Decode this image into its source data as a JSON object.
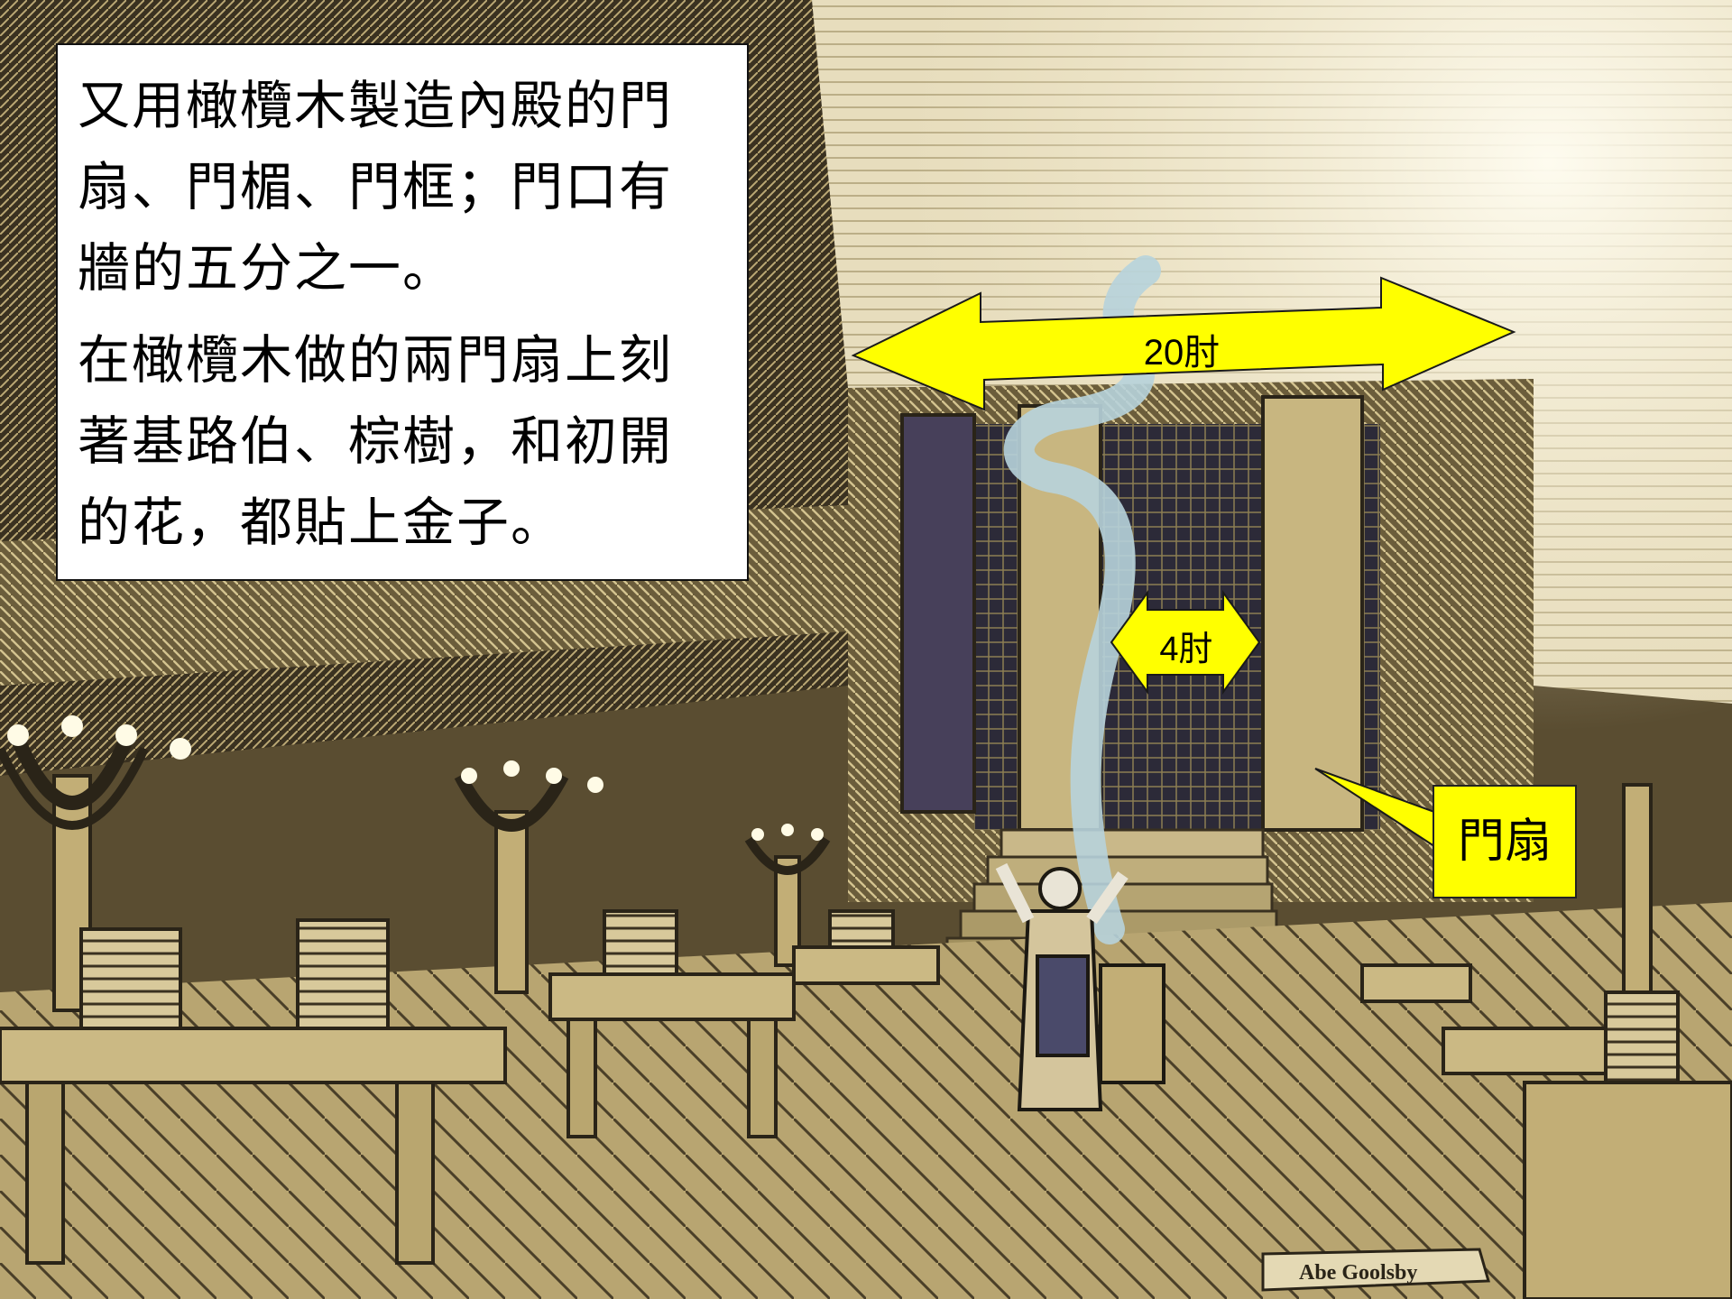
{
  "text_panel": {
    "paragraph_1": "又用橄欖木製造內殿的門\n扇、門楣、門框；門口有\n牆的五分之一。",
    "paragraph_2": "在橄欖木做的兩門扇上刻\n著基路伯、棕樹，和初開\n的花，都貼上金子。"
  },
  "dimensions": {
    "width_label": "20肘",
    "door_label": "4肘"
  },
  "callout": {
    "label": "門扇"
  },
  "signature": "Abe Goolsby",
  "colors": {
    "arrow_fill": "#ffff00",
    "callout_fill": "#ffff00",
    "panel_bg": "#ffffff",
    "engraving_dark": "#2a2418",
    "engraving_light": "#c9b889",
    "smoke": "#b7d3dc"
  }
}
